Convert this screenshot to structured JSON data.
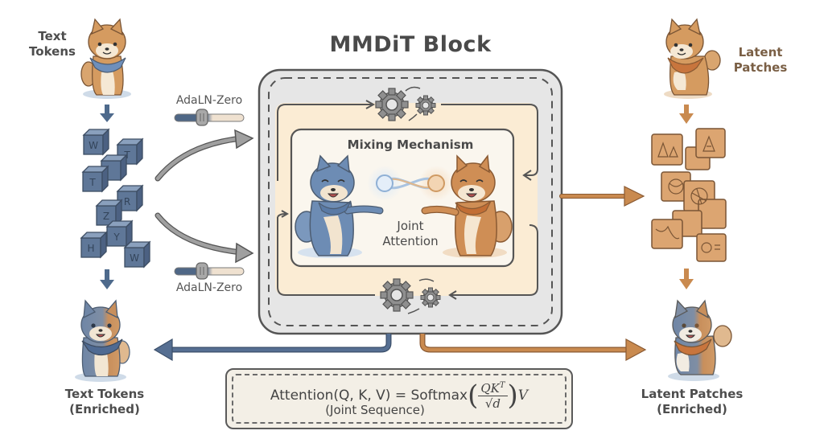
{
  "title": "MMDiT Block",
  "inputs": {
    "text_tokens": {
      "label_line1": "Text",
      "label_line2": "Tokens"
    },
    "latent_patches": {
      "label_line1": "Latent",
      "label_line2": "Patches"
    }
  },
  "outputs": {
    "text_tokens": {
      "label_line1": "Text Tokens",
      "label_line2": "(Enriched)"
    },
    "latent_patches": {
      "label_line1": "Latent Patches",
      "label_line2": "(Enriched)"
    }
  },
  "conditioning": {
    "top_label": "AdaLN-Zero",
    "bottom_label": "AdaLN-Zero"
  },
  "mixing": {
    "title": "Mixing Mechanism",
    "label_line1": "Joint",
    "label_line2": "Attention"
  },
  "text_cube_letters": [
    "W",
    "T",
    "",
    "T",
    "R",
    "Z",
    "Y",
    "H",
    "W"
  ],
  "formula": {
    "lhs": "Attention(Q, K, V) = ",
    "fn": "Softmax",
    "numerator": "QK",
    "numerator_sup": "T",
    "denominator": "√d",
    "tail": "V",
    "subtitle": "(Joint Sequence)"
  },
  "colors": {
    "text_blue": "#4e6a8c",
    "latent_orange": "#c98a4f",
    "block_gray": "#e4e4e4",
    "inner_cream": "#fbecd4",
    "mix_cream": "#faf6ee",
    "gear_gray": "#8f8f8f",
    "arrow_gray": "#9a9a9a"
  }
}
